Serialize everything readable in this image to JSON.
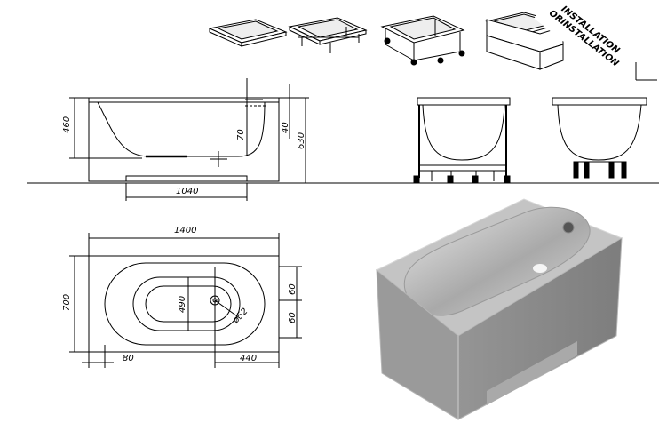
{
  "banner": {
    "line1": "INSTALLATION",
    "line2": "ORINSTALLATION"
  },
  "side_view": {
    "height_dim": "460",
    "total_height_dim": "630",
    "drain_height_dim": "70",
    "rim_dim": "40",
    "bottom_length_dim": "1040"
  },
  "top_view": {
    "length_dim": "1400",
    "width_dim": "700",
    "inner_width_dim": "490",
    "drain_offset_top_dim": "60",
    "drain_offset_bottom_dim": "60",
    "drain_diameter_dim": "ø52",
    "left_offset_dim": "80",
    "drain_x_dim": "440"
  },
  "colors": {
    "line": "#000000",
    "tub_body": "#8a8a8a",
    "tub_top": "#bfbfbf"
  }
}
